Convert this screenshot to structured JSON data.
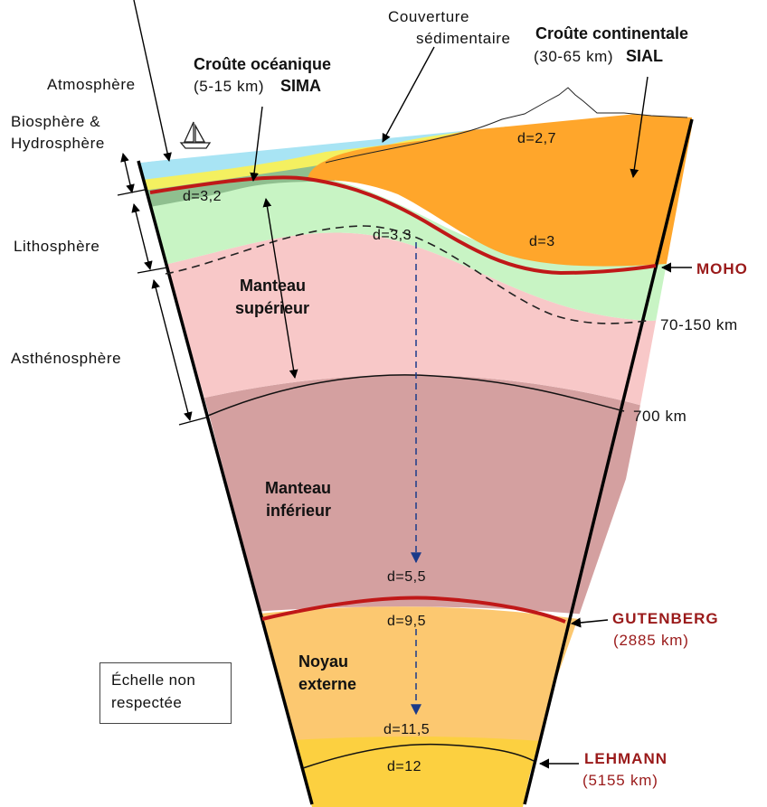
{
  "labels": {
    "atmosphere": "Atmosphère",
    "biosphere_1": "Biosphère &",
    "biosphere_2": "Hydrosphère",
    "lithosphere": "Lithosphère",
    "asthenosphere": "Asthénosphère",
    "oceanic_crust_title": "Croûte océanique",
    "oceanic_crust_depth": "(5-15 km)",
    "oceanic_crust_name": "SIMA",
    "sedimentary_1": "Couverture",
    "sedimentary_2": "sédimentaire",
    "continental_crust_title": "Croûte continentale",
    "continental_crust_depth": "(30-65 km)",
    "continental_crust_name": "SIAL",
    "upper_mantle_1": "Manteau",
    "upper_mantle_2": "supérieur",
    "lower_mantle_1": "Manteau",
    "lower_mantle_2": "inférieur",
    "outer_core_1": "Noyau",
    "outer_core_2": "externe",
    "depth_lab": "70-150 km",
    "depth_700": "700 km",
    "moho": "MOHO",
    "gutenberg": "GUTENBERG",
    "gutenberg_depth": "(2885 km)",
    "lehmann": "LEHMANN",
    "lehmann_depth": "(5155 km)",
    "scale_note_1": "Échelle non",
    "scale_note_2": "respectée"
  },
  "densities": {
    "oceanic_crust": "d=3,2",
    "continental_surface": "d=2,7",
    "continental_base": "d=3",
    "lithospheric_mantle": "d=3,3",
    "lower_mantle_base": "d=5,5",
    "outer_core_top": "d=9,5",
    "outer_core_base": "d=11,5",
    "inner_core": "d=12"
  },
  "colors": {
    "ocean": "#a8e4f4",
    "sediments": "#f4f060",
    "oceanic_crust": "#8fbf8f",
    "continental_crust": "#ffa62b",
    "lithospheric_mantle": "#c8f4c4",
    "asthenosphere": "#f8c8c8",
    "lower_mantle": "#d4a0a0",
    "outer_core": "#fcc870",
    "inner_core": "#fcd040",
    "boundary_red": "#c01818",
    "arrow_blue": "#1a3a8a"
  }
}
